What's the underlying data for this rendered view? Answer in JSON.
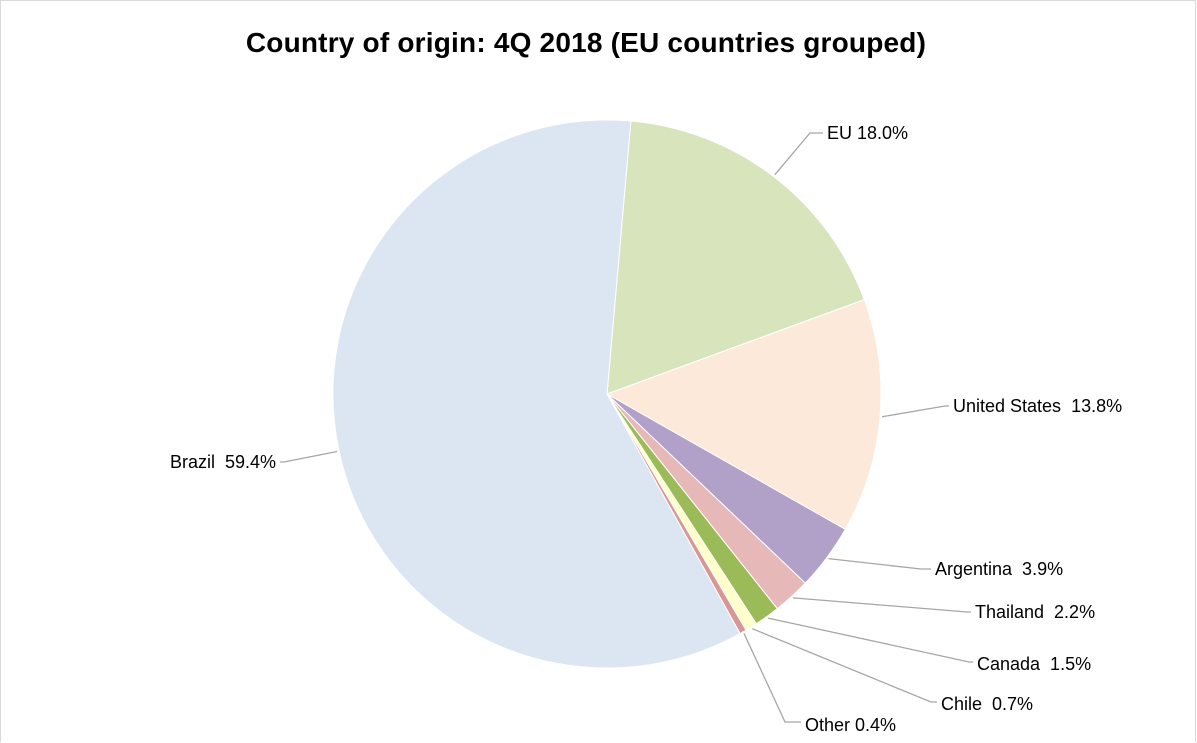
{
  "chart_data": {
    "type": "pie",
    "title": "Country of origin: 4Q 2018 (EU countries grouped)",
    "slices": [
      {
        "name": "EU",
        "value": 18.0,
        "label": "EU 18.0%",
        "color": "#D8E4BC"
      },
      {
        "name": "United States",
        "value": 13.8,
        "label": "United States  13.8%",
        "color": "#FDE9D9"
      },
      {
        "name": "Argentina",
        "value": 3.9,
        "label": "Argentina  3.9%",
        "color": "#B1A0C7"
      },
      {
        "name": "Thailand",
        "value": 2.2,
        "label": "Thailand  2.2%",
        "color": "#E6B9B8"
      },
      {
        "name": "Canada",
        "value": 1.5,
        "label": "Canada  1.5%",
        "color": "#9BBB59"
      },
      {
        "name": "Chile",
        "value": 0.7,
        "label": "Chile  0.7%",
        "color": "#FFFFCC"
      },
      {
        "name": "Other",
        "value": 0.4,
        "label": "Other 0.4%",
        "color": "#D99694"
      },
      {
        "name": "Brazil",
        "value": 59.4,
        "label": "Brazil  59.4%",
        "color": "#DCE6F2"
      }
    ]
  }
}
